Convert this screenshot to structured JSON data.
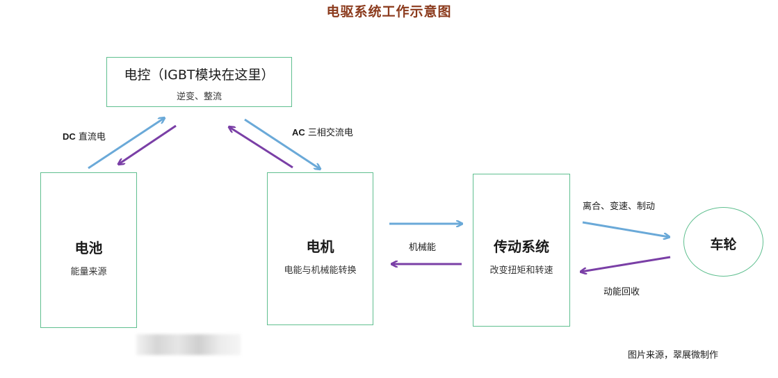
{
  "title": "电驱系统工作示意图",
  "colors": {
    "box_border": "#5fbf8f",
    "forward_arrow": "#6aa9d8",
    "reverse_arrow": "#7a3fa6",
    "title": "#8b3a1c"
  },
  "nodes": {
    "controller": {
      "title": "电控（IGBT模块在这里）",
      "subtitle": "逆变、整流"
    },
    "battery": {
      "title": "电池",
      "subtitle": "能量来源"
    },
    "motor": {
      "title": "电机",
      "subtitle": "电能与机械能转换"
    },
    "transmission": {
      "title": "传动系统",
      "subtitle": "改变扭矩和转速"
    },
    "wheel": {
      "title": "车轮"
    }
  },
  "edges": {
    "dc": {
      "label_bold": "DC",
      "label": " 直流电"
    },
    "ac": {
      "label_bold": "AC",
      "label": " 三相交流电"
    },
    "mechanical": {
      "label": "机械能"
    },
    "clutch": {
      "label": "离合、变速、制动"
    },
    "regen": {
      "label": "动能回收"
    }
  },
  "source": "图片来源，翠展微制作"
}
